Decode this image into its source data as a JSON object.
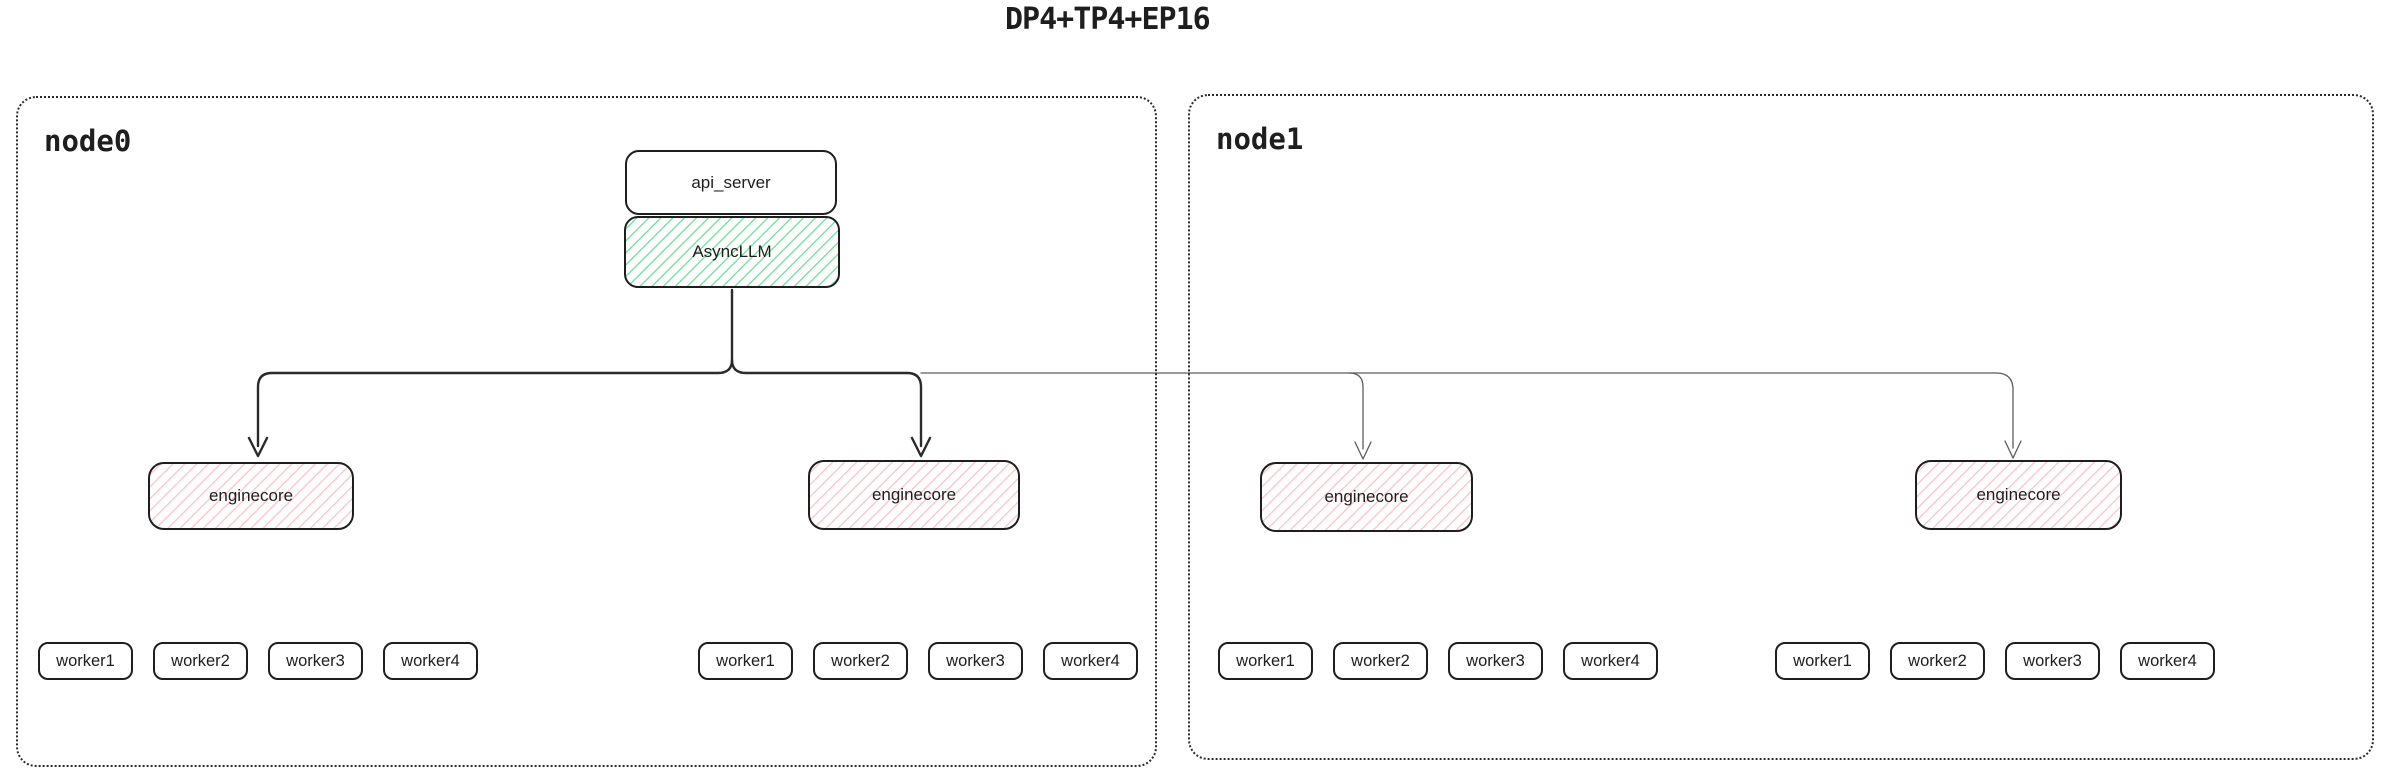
{
  "title": "DP4+TP4+EP16",
  "node0": {
    "label": "node0"
  },
  "node1": {
    "label": "node1"
  },
  "boxes": {
    "api_server": "api_server",
    "async_llm": "AsyncLLM",
    "enginecore": "enginecore"
  },
  "workers": [
    "worker1",
    "worker2",
    "worker3",
    "worker4"
  ],
  "colors": {
    "green_hatch": "#7ee2a0",
    "red_hatch": "#ffc9c9",
    "box_stroke": "#1e1e1e",
    "edge_bold": "#2b2b2b",
    "edge_thin": "#5c5c5c",
    "node_stroke": "#2b2b2b"
  }
}
